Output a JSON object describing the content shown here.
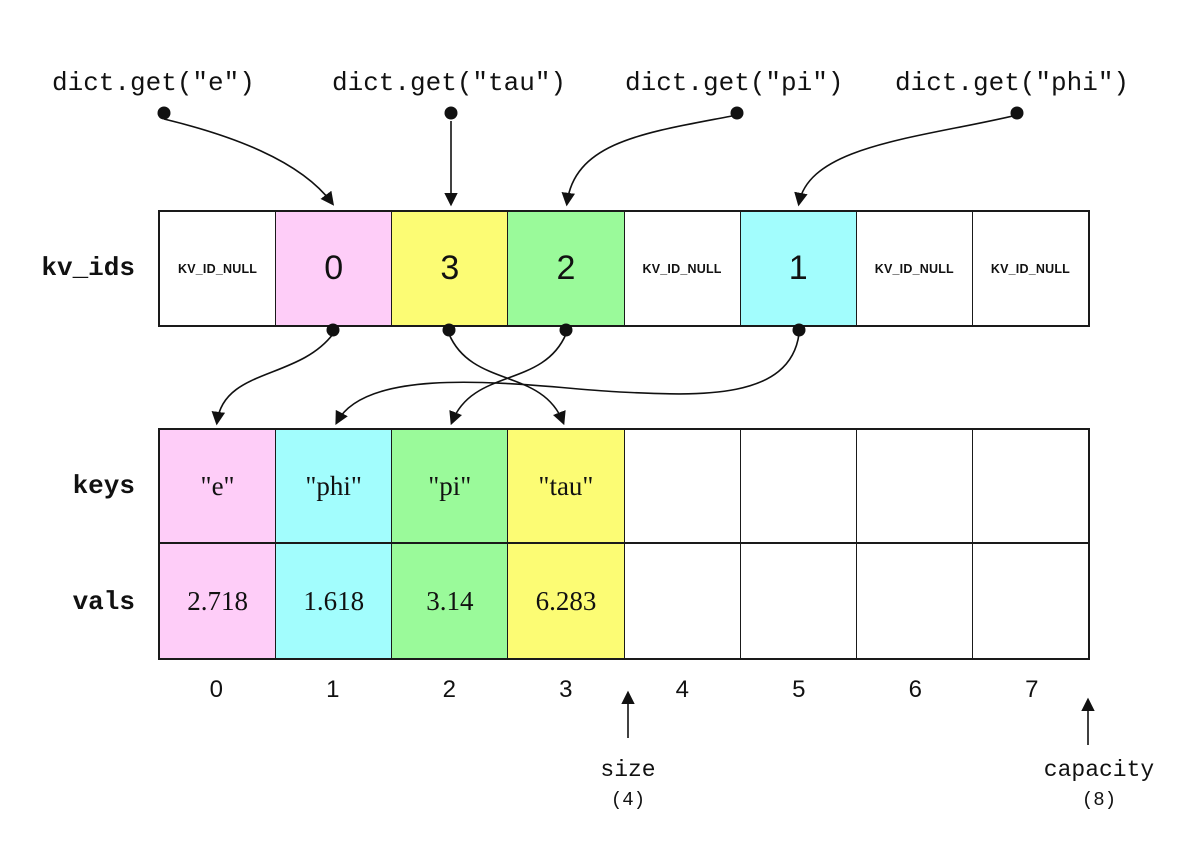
{
  "colors": {
    "pink": "#FECDF8",
    "cyan": "#A2FDFD",
    "green": "#9AFA9A",
    "yellow": "#FCFC74",
    "stroke": "#111111"
  },
  "calls": [
    {
      "label": "dict.get(\"e\")",
      "target_slot": 1
    },
    {
      "label": "dict.get(\"tau\")",
      "target_slot": 2
    },
    {
      "label": "dict.get(\"pi\")",
      "target_slot": 3
    },
    {
      "label": "dict.get(\"phi\")",
      "target_slot": 5
    }
  ],
  "arrays": {
    "kv_ids": {
      "label": "kv_ids",
      "cells": [
        "KV_ID_NULL",
        "0",
        "3",
        "2",
        "KV_ID_NULL",
        "1",
        "KV_ID_NULL",
        "KV_ID_NULL"
      ],
      "cell_colors": [
        "none",
        "pink",
        "yellow",
        "green",
        "none",
        "cyan",
        "none",
        "none"
      ]
    },
    "keys": {
      "label": "keys",
      "cells": [
        "\"e\"",
        "\"phi\"",
        "\"pi\"",
        "\"tau\"",
        "",
        "",
        "",
        ""
      ],
      "cell_colors": [
        "pink",
        "cyan",
        "green",
        "yellow",
        "none",
        "none",
        "none",
        "none"
      ]
    },
    "vals": {
      "label": "vals",
      "cells": [
        "2.718",
        "1.618",
        "3.14",
        "6.283",
        "",
        "",
        "",
        ""
      ],
      "cell_colors": [
        "pink",
        "cyan",
        "green",
        "yellow",
        "none",
        "none",
        "none",
        "none"
      ]
    }
  },
  "indices": [
    "0",
    "1",
    "2",
    "3",
    "4",
    "5",
    "6",
    "7"
  ],
  "annotations": {
    "size_label": "size",
    "size_value": "(4)",
    "capacity_label": "capacity",
    "capacity_value": "(8)"
  }
}
